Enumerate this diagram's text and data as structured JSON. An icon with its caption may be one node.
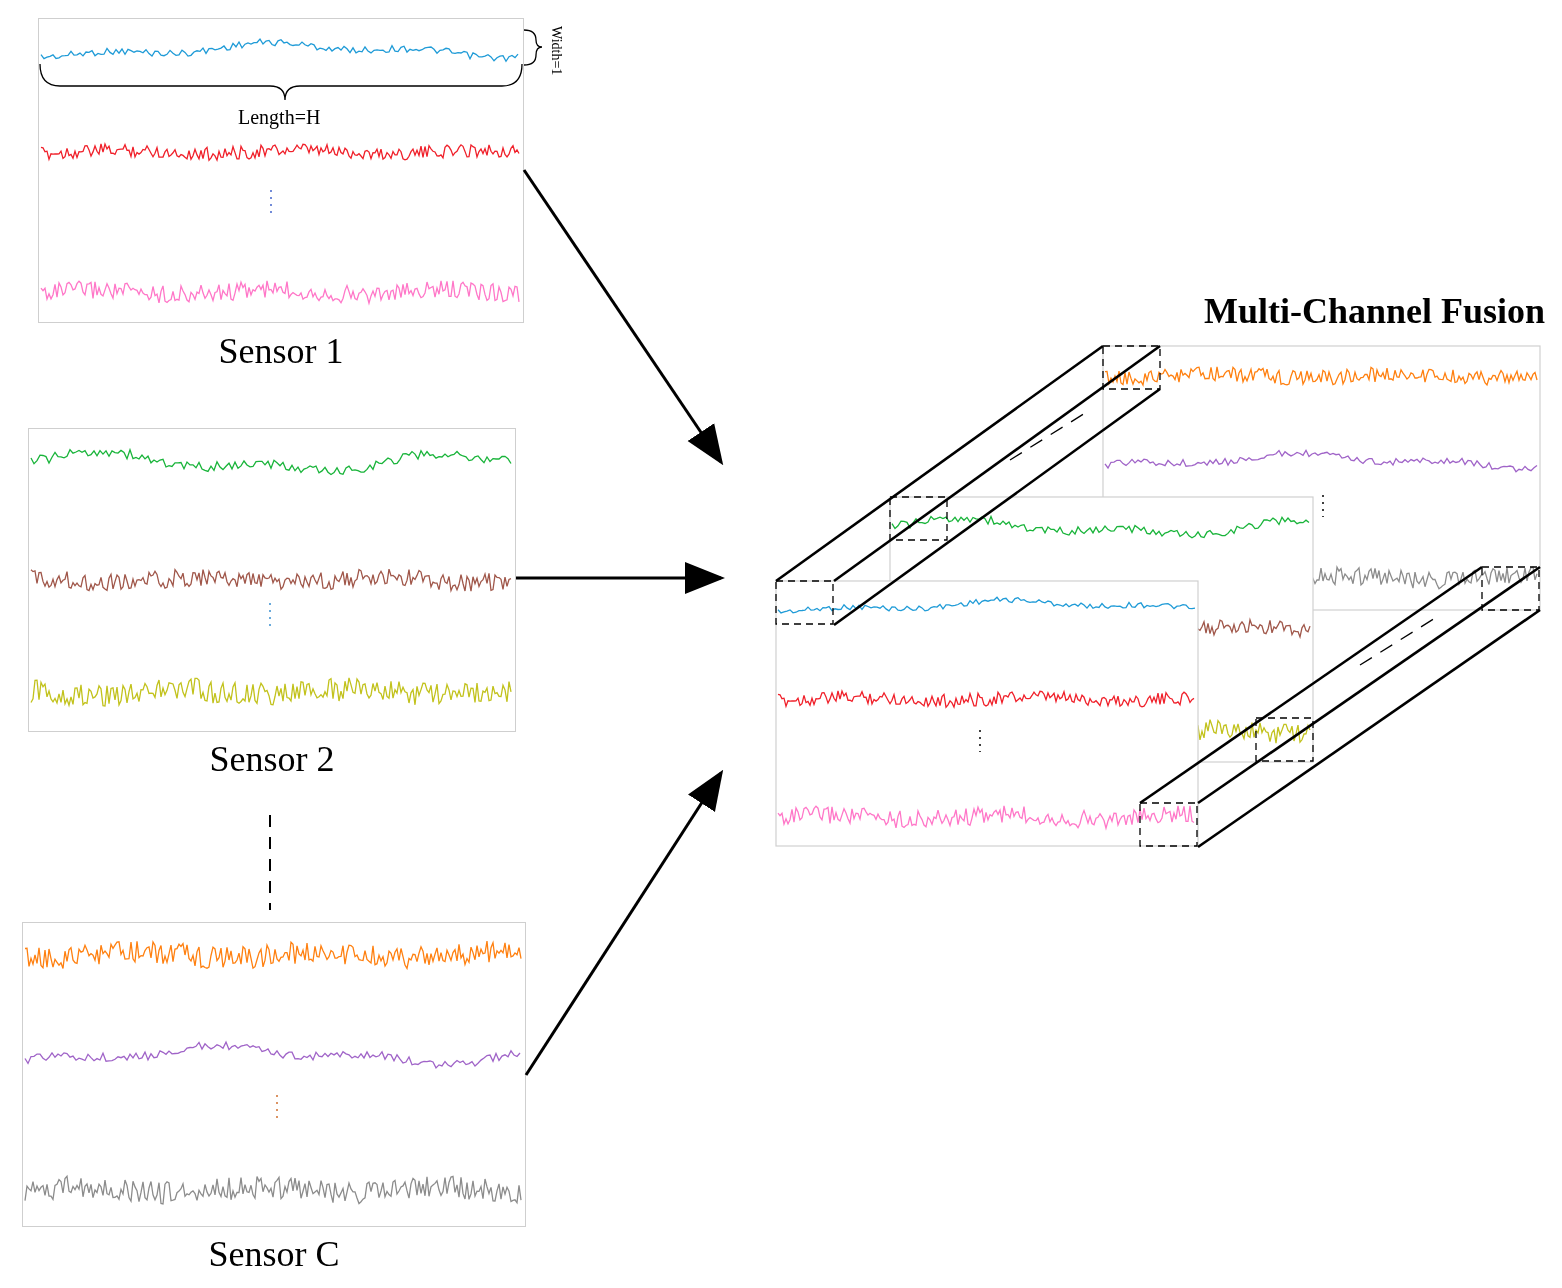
{
  "diagram": {
    "nodes": [
      {
        "text": [
          "Sensor 1"
        ]
      },
      {
        "text": [
          "Sensor 2"
        ]
      },
      {
        "text": [
          "Sensor C"
        ]
      },
      {
        "text": [
          "Multi-Channel Fusion"
        ]
      }
    ],
    "edges": [
      {
        "from": 0,
        "to": 3,
        "arrow": "to"
      },
      {
        "from": 1,
        "to": 3,
        "arrow": "to"
      },
      {
        "from": 2,
        "to": 3,
        "arrow": "to"
      }
    ],
    "labels": [
      "Width=1",
      "Length=H"
    ]
  }
}
